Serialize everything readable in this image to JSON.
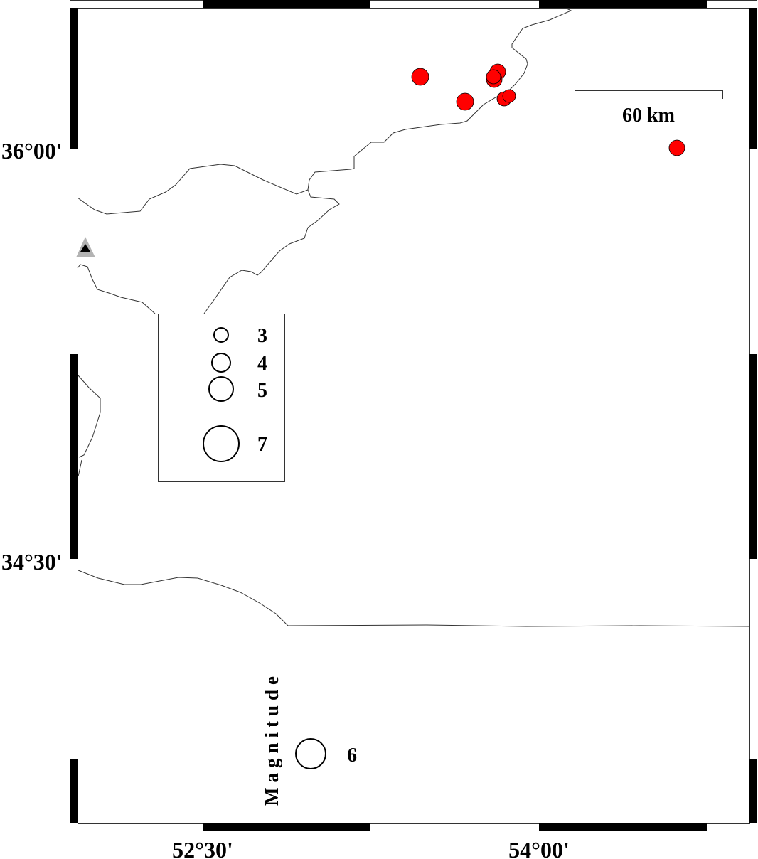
{
  "map": {
    "lat_labels": [
      "36°00'",
      "34°30'"
    ],
    "lon_labels": [
      "52°30'",
      "54°00'"
    ],
    "scale_bar": {
      "label": "60 km",
      "distance_km": 60
    },
    "colors": {
      "event_fill": "#ff0000",
      "station_outer": "#b3b3b3",
      "station_inner": "#000000",
      "coast": "#333333"
    },
    "events": [
      {
        "magnitude": 5
      },
      {
        "magnitude": 5
      },
      {
        "magnitude": 5
      },
      {
        "magnitude": 4.5
      },
      {
        "magnitude": 5
      },
      {
        "magnitude": 4.5
      },
      {
        "magnitude": 4
      },
      {
        "magnitude": 5
      }
    ],
    "station": {
      "icon": "triangle-icon"
    }
  },
  "legend": {
    "entries": [
      {
        "label": "3",
        "magnitude": 3
      },
      {
        "label": "4",
        "magnitude": 4
      },
      {
        "label": "5",
        "magnitude": 5
      },
      {
        "label": "7",
        "magnitude": 7
      }
    ],
    "title": "Magnitude",
    "extra_entry": {
      "label": "6",
      "magnitude": 6
    }
  }
}
